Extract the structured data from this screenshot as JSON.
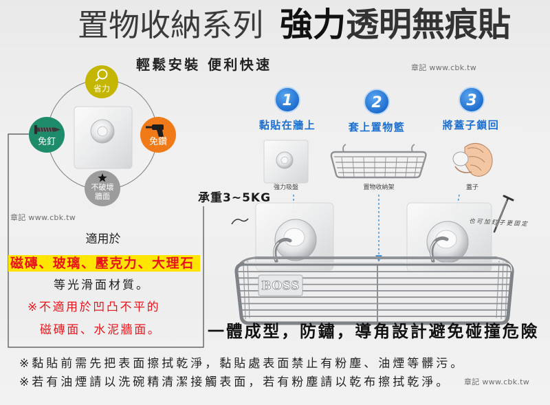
{
  "title": {
    "series": "置物收納系列",
    "strong": "強力",
    "product": "透明無痕貼"
  },
  "subtitle": "輕鬆安裝 便利快速",
  "watermark": "章記 www.cbk.tw",
  "features": [
    {
      "label": "省力",
      "icon": "magnifier-icon",
      "color": "#c4b500"
    },
    {
      "label": "免釘",
      "icon": "screw-icon",
      "color": "#1e8b6b"
    },
    {
      "label": "免鑽",
      "icon": "drill-icon",
      "color": "#f07a18"
    },
    {
      "label_lines": [
        "不破壞",
        "牆面"
      ],
      "icon": "star-icon",
      "color": "#9c9c9c"
    }
  ],
  "suitable": {
    "heading": "適用於",
    "materials": "磁磚、玻璃、壓克力、大理石",
    "suffix": "等光滑面材質。",
    "warning_lines": [
      "※不適用於凹凸不平的",
      "磁磚面、水泥牆面。"
    ]
  },
  "steps": [
    {
      "number": "1",
      "label": "黏貼在牆上",
      "part_label": "強力吸盤"
    },
    {
      "number": "2",
      "label": "套上置物籃",
      "part_label": "置物收納架"
    },
    {
      "number": "3",
      "label": "將蓋子鎖回",
      "part_label": "蓋子"
    }
  ],
  "load": "承重3~5KG",
  "brand_plate": "BOSS",
  "nail_note": "也可加釘子更固定",
  "feature_headline": "一體成型，防鏽，導角設計避免碰撞危險",
  "notes": [
    "※黏貼前需先把表面擦拭乾淨，黏貼處表面禁止有粉塵、油煙等髒污。",
    "※若有油煙請以洗碗精清潔接觸表面，若有粉塵請以乾布擦拭乾淨。"
  ],
  "colors": {
    "step_blue": "#1b6fd0",
    "warning_red": "#e8141c",
    "highlight_yellow": "#ffe500",
    "title": "#333333"
  }
}
